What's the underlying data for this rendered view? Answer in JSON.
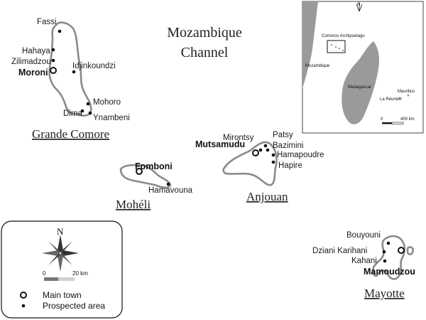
{
  "sea_label": {
    "line1": "Mozambique",
    "line2": "Channel"
  },
  "islands": {
    "grande_comore": "Grande Comore",
    "moheli": "Mohéli",
    "anjouan": "Anjouan",
    "mayotte": "Mayotte"
  },
  "main_towns": {
    "moroni": "Moroni",
    "fomboni": "Fomboni",
    "mutsamudu": "Mutsamudu",
    "mamoudzou": "Mamoudzou"
  },
  "prospected_areas": {
    "fassi": "Fassi",
    "hahaya": "Hahaya",
    "zilimadzou": "Zilimadzou",
    "idjinkoundzi": "Idjinkoundzi",
    "mohoro": "Mohoro",
    "dima": "Dima",
    "ynambeni": "Ynambeni",
    "hamavouna": "Hamavouna",
    "mirontsy": "Mirontsy",
    "patsy": "Patsy",
    "bazimini": "Bazimini",
    "hamapoudre": "Hamapoudre",
    "hapire": "Hapire",
    "bouyouni": "Bouyouni",
    "dziani_karihani": "Dziani Karihani",
    "kahani": "Kahani"
  },
  "inset": {
    "north": "N",
    "archipelago": "Comoros Archipoelago",
    "mozambique": "Mozambique",
    "madagascar": "Madagascar",
    "mauritius": "Mauritius",
    "reunion": "La Réunion",
    "scale_start": "0",
    "scale_end": "400 km"
  },
  "legend": {
    "north": "N",
    "scale_start": "0",
    "scale_end": "20 km",
    "main_town": "Main town",
    "prospected_area": "Prospected area"
  },
  "colors": {
    "coast": "#8a8a8a",
    "land_inset": "#9a9a9a",
    "ink": "#111111"
  }
}
